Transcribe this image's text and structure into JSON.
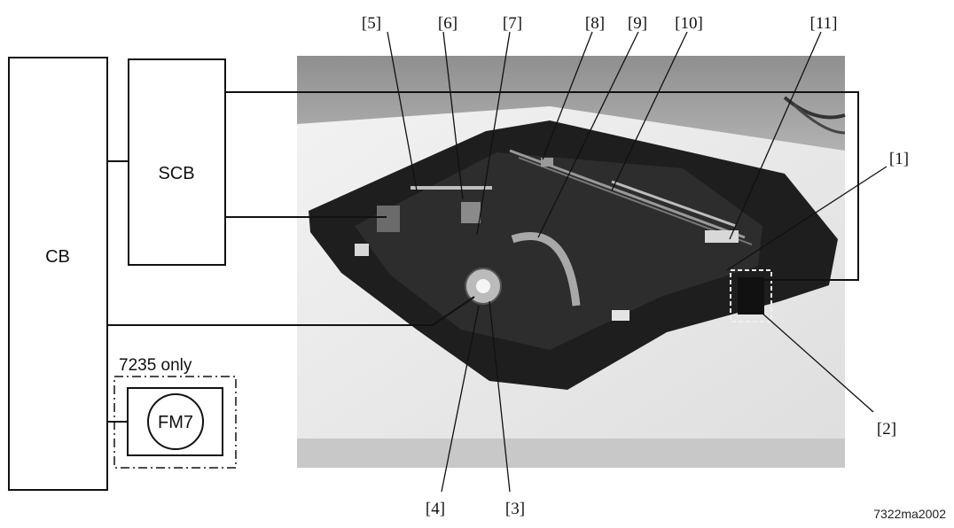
{
  "blocks": {
    "cb": "CB",
    "scb": "SCB",
    "fm7": "FM7",
    "fm7_note": "7235 only"
  },
  "callouts": [
    "[1]",
    "[2]",
    "[3]",
    "[4]",
    "[5]",
    "[6]",
    "[7]",
    "[8]",
    "[9]",
    "[10]",
    "[11]"
  ],
  "document_code": "7322ma2002"
}
